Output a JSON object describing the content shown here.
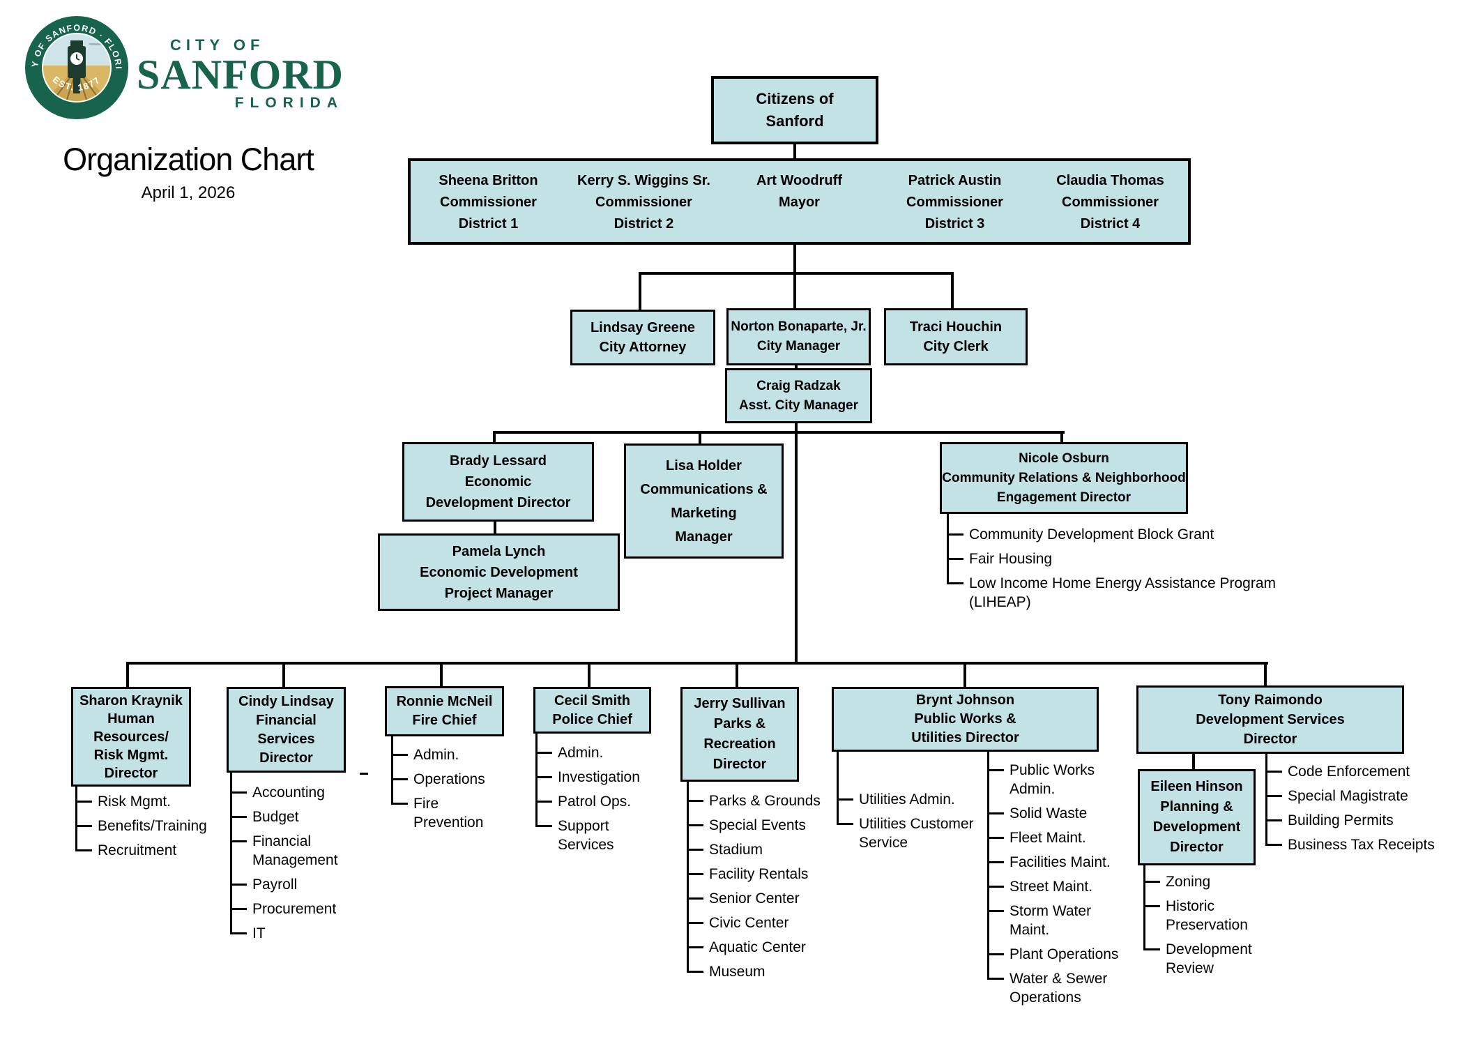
{
  "title": "Organization Chart",
  "date": "April 1, 2026",
  "colors": {
    "box_fill": "#c3e2e6",
    "line": "#000000",
    "logo_green": "#17634b"
  },
  "logo": {
    "seal_ring_text": "CITY OF SANFORD · FLORIDA",
    "seal_bottom_text": "EST. 1877",
    "wordmark_small": "CITY OF",
    "wordmark_big": "SANFORD",
    "wordmark_sub": "FLORIDA"
  },
  "boxes": {
    "citizens": "Citizens of\nSanford",
    "commissioners": [
      "Sheena Britton\nCommissioner\nDistrict 1",
      "Kerry S. Wiggins Sr.\nCommissioner\nDistrict 2",
      "Art Woodruff\nMayor",
      "Patrick Austin\nCommissioner\nDistrict 3",
      "Claudia Thomas\nCommissioner\nDistrict 4"
    ],
    "city_attorney": "Lindsay Greene\nCity Attorney",
    "city_manager": "Norton Bonaparte, Jr.\nCity Manager",
    "city_clerk": "Traci Houchin\nCity Clerk",
    "asst_city_manager": "Craig Radzak\nAsst. City Manager",
    "economic_dev": "Brady Lessard\nEconomic\nDevelopment Director",
    "economic_dev_pm": "Pamela Lynch\nEconomic Development\nProject Manager",
    "communications": "Lisa Holder\nCommunications &\nMarketing\nManager",
    "community_relations": "Nicole Osburn\nCommunity Relations & Neighborhood\nEngagement Director",
    "hr": "Sharon Kraynik\nHuman\nResources/\nRisk Mgmt.\nDirector",
    "financial": "Cindy Lindsay\nFinancial\nServices\nDirector",
    "fire": "Ronnie McNeil\nFire Chief",
    "police": "Cecil Smith\nPolice Chief",
    "parks": "Jerry Sullivan\nParks &\nRecreation\nDirector",
    "public_works": "Brynt Johnson\nPublic Works &\nUtilities Director",
    "development": "Tony Raimondo\nDevelopment Services\nDirector",
    "planning": "Eileen Hinson\nPlanning &\nDevelopment\nDirector"
  },
  "lists": {
    "community_relations": [
      "Community Development Block Grant",
      "Fair Housing",
      "Low Income Home Energy Assistance Program\n(LIHEAP)"
    ],
    "hr": [
      "Risk Mgmt.",
      "Benefits/Training",
      "Recruitment"
    ],
    "financial": [
      "Accounting",
      "Budget",
      "Financial\nManagement",
      "Payroll",
      "Procurement",
      "IT"
    ],
    "fire": [
      "Admin.",
      "Operations",
      "Fire\nPrevention"
    ],
    "police": [
      "Admin.",
      "Investigation",
      "Patrol Ops.",
      "Support\nServices"
    ],
    "parks": [
      "Parks & Grounds",
      "Special Events",
      "Stadium",
      "Facility Rentals",
      "Senior Center",
      "Civic Center",
      "Aquatic Center",
      "Museum"
    ],
    "utilities": [
      "Utilities Admin.",
      "Utilities Customer\nService"
    ],
    "public_works": [
      "Public Works\nAdmin.",
      "Solid Waste",
      "Fleet Maint.",
      "Facilities Maint.",
      "Street Maint.",
      "Storm Water\nMaint.",
      "Plant Operations",
      "Water & Sewer\nOperations"
    ],
    "development": [
      "Code Enforcement",
      "Special Magistrate",
      "Building Permits",
      "Business Tax Receipts"
    ],
    "planning": [
      "Zoning",
      "Historic\nPreservation",
      "Development\nReview"
    ]
  }
}
